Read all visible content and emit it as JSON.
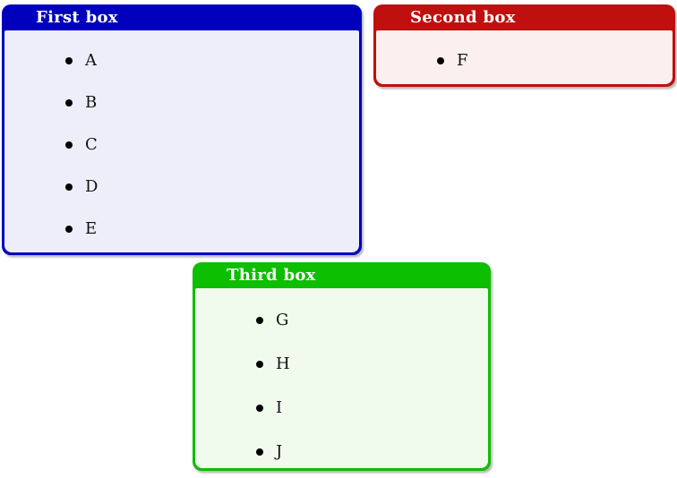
{
  "canvas": {
    "background_color": "#FFFFFF",
    "text_color": "#111111",
    "bullet_color": "#000000",
    "title_text_color": "#FFFFFF"
  },
  "boxes": [
    {
      "title": "First box",
      "items": [
        "A",
        "B",
        "C",
        "D",
        "E"
      ],
      "frame_color": "#0000BD",
      "body_color": "#EEEEFA"
    },
    {
      "title": "Second box",
      "items": [
        "F"
      ],
      "frame_color": "#C00F0F",
      "body_color": "#FCF0EF"
    },
    {
      "title": "Third box",
      "items": [
        "G",
        "H",
        "I",
        "J"
      ],
      "frame_color": "#0EBE00",
      "body_color": "#F0FAED"
    }
  ]
}
